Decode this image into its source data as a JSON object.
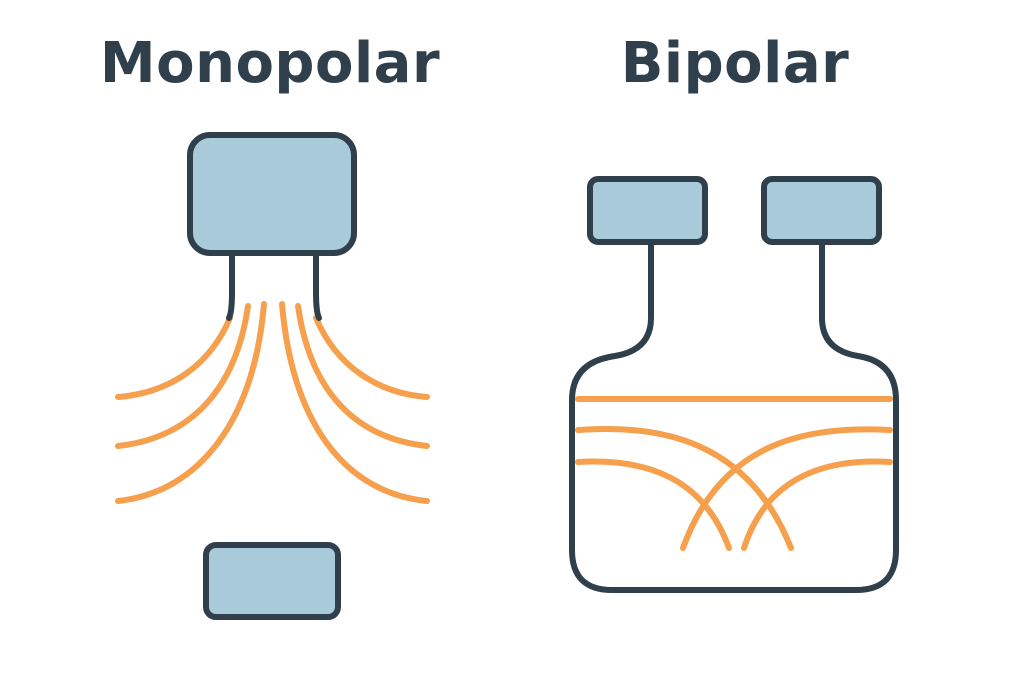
{
  "monopolar": {
    "title": "Monopolar",
    "components": [
      "active-electrode",
      "current-field-lines",
      "return-electrode"
    ]
  },
  "bipolar": {
    "title": "Bipolar",
    "components": [
      "left-electrode",
      "right-electrode",
      "tissue-vessel",
      "current-field-lines"
    ]
  },
  "colors": {
    "outline": "#2f3f4b",
    "electrode_fill": "#a9cad8",
    "current": "#f6a04d",
    "background": "#ffffff"
  }
}
